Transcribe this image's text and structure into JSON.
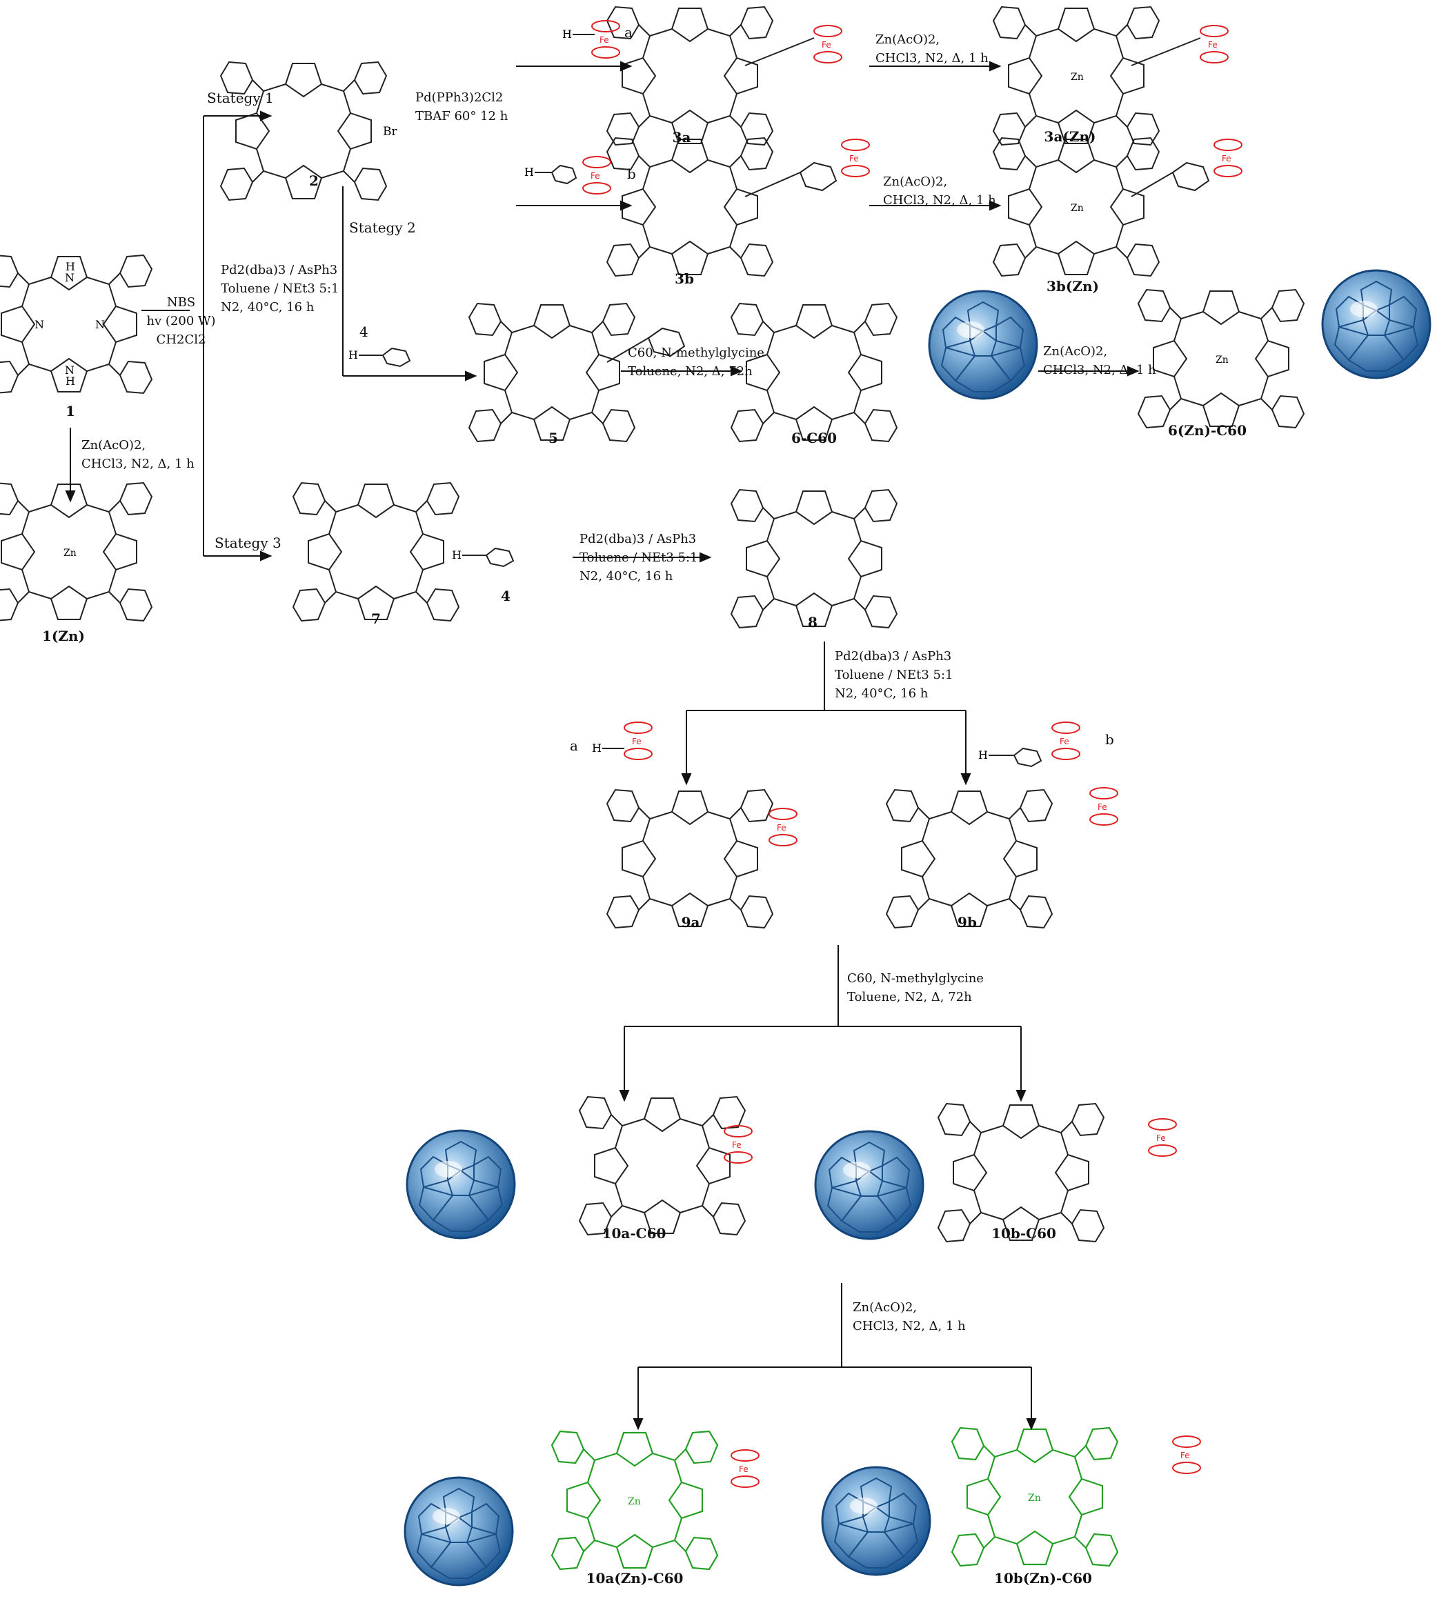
{
  "labels": {
    "c1": "1",
    "c1zn": "1(Zn)",
    "c2": "2",
    "c3a": "3a",
    "c3azn": "3a(Zn)",
    "c3b": "3b",
    "c3bzn": "3b(Zn)",
    "c4": "4",
    "c4b": "4",
    "c5": "5",
    "c6": "6-C60",
    "c6zn": "6(Zn)-C60",
    "c7": "7",
    "c8": "8",
    "c9a": "9a",
    "c9b": "9b",
    "c10a": "10a-C60",
    "c10b": "10b-C60",
    "c10azn": "10a(Zn)-C60",
    "c10bzn": "10b(Zn)-C60"
  },
  "strategies": {
    "s1": "Stategy 1",
    "s2": "Stategy 2",
    "s3": "Stategy 3"
  },
  "reagent_tags": {
    "a": "a",
    "b": "b",
    "a2": "a",
    "b2": "b"
  },
  "conditions": {
    "nbs": [
      "NBS",
      "hv (200 W)",
      "CH2Cl2"
    ],
    "zn": [
      "Zn(AcO)2,",
      "CHCl3, N2, Δ, 1 h"
    ],
    "pd_pph3": [
      "Pd(PPh3)2Cl2",
      "TBAF 60° 12 h"
    ],
    "pd_dba": [
      "Pd2(dba)3 / AsPh3",
      "Toluene / NEt3 5:1",
      "N2, 40°C, 16 h"
    ],
    "c60": [
      "C60, N-methylglycine",
      "Toluene, N2, Δ, 72h"
    ]
  },
  "colors": {
    "ferrocene": "#e02020",
    "zinc_product": "#23a023",
    "fullerene": "#3d7fc1"
  }
}
